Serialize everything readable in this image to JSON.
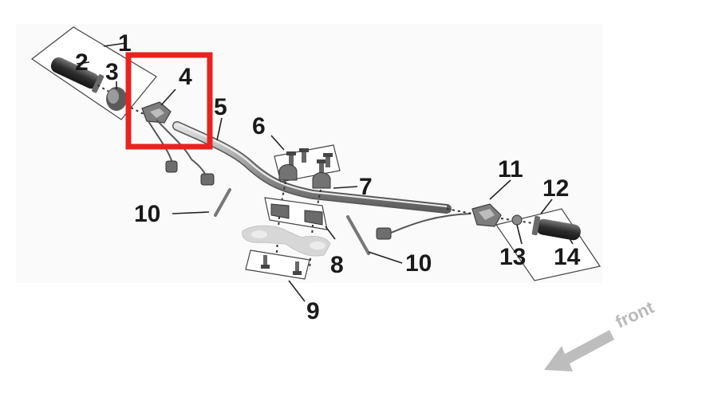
{
  "highlight_color": "#e8231f",
  "front_arrow_color": "#bdbdbd",
  "front_label": "front",
  "parts": [
    {
      "id": "part-1",
      "label": "1"
    },
    {
      "id": "part-2",
      "label": "2"
    },
    {
      "id": "part-3",
      "label": "3"
    },
    {
      "id": "part-4",
      "label": "4",
      "highlighted": true
    },
    {
      "id": "part-5",
      "label": "5"
    },
    {
      "id": "part-6",
      "label": "6"
    },
    {
      "id": "part-7",
      "label": "7"
    },
    {
      "id": "part-8",
      "label": "8"
    },
    {
      "id": "part-9",
      "label": "9"
    },
    {
      "id": "part-10a",
      "label": "10"
    },
    {
      "id": "part-10b",
      "label": "10"
    },
    {
      "id": "part-11",
      "label": "11"
    },
    {
      "id": "part-12",
      "label": "12"
    },
    {
      "id": "part-13",
      "label": "13"
    },
    {
      "id": "part-14",
      "label": "14"
    }
  ]
}
